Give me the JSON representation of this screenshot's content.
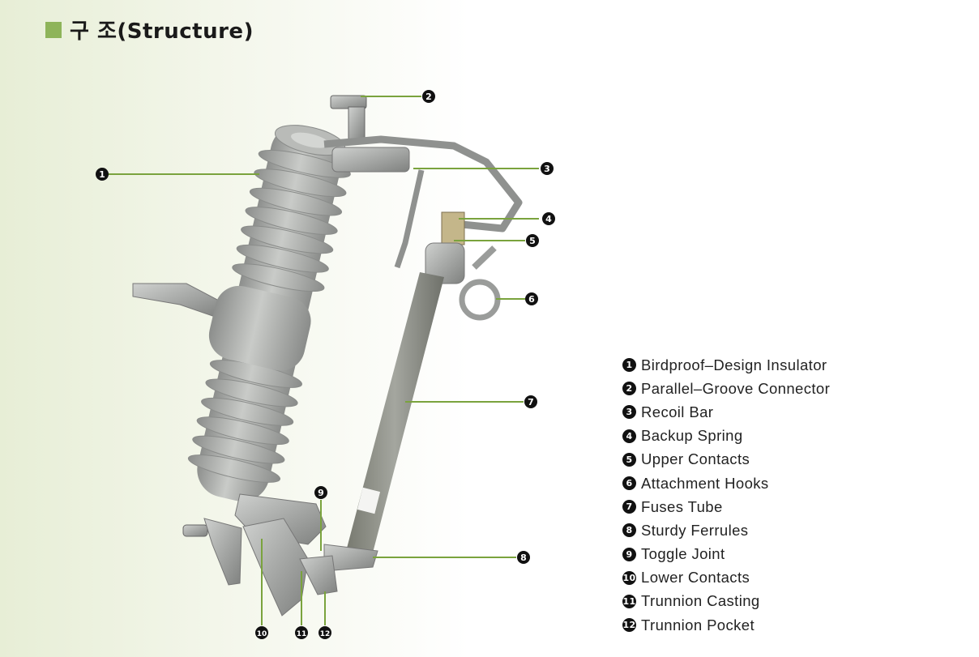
{
  "title": {
    "text": "구 조(Structure)"
  },
  "legend": [
    {
      "num": "1",
      "label": "Birdproof–Design Insulator"
    },
    {
      "num": "2",
      "label": "Parallel–Groove Connector"
    },
    {
      "num": "3",
      "label": "Recoil Bar"
    },
    {
      "num": "4",
      "label": "Backup Spring"
    },
    {
      "num": "5",
      "label": "Upper Contacts"
    },
    {
      "num": "6",
      "label": "Attachment Hooks"
    },
    {
      "num": "7",
      "label": "Fuses Tube"
    },
    {
      "num": "8",
      "label": "Sturdy Ferrules"
    },
    {
      "num": "9",
      "label": "Toggle Joint"
    },
    {
      "num": "10",
      "label": "Lower Contacts"
    },
    {
      "num": "11",
      "label": "Trunnion Casting"
    },
    {
      "num": "12",
      "label": "Trunnion Pocket"
    }
  ],
  "callouts": [
    "1",
    "2",
    "3",
    "4",
    "5",
    "6",
    "7",
    "8",
    "9",
    "10",
    "11",
    "12"
  ],
  "colors": {
    "accent": "#8eb45a",
    "leader": "#7aa33d",
    "insulator": "#a9aba9",
    "metal": "#9a9c9a",
    "tube": "#8f918d"
  }
}
